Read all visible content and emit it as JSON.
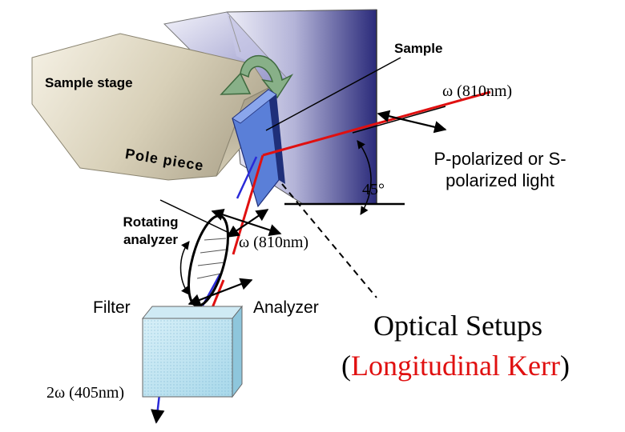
{
  "labels": {
    "sample": "Sample",
    "sample_stage": "Sample stage",
    "omega_incident": "ω (810nm)",
    "pole_piece": "Pole piece",
    "angle": "45°",
    "polarization_line1": "P-polarized or S-",
    "polarization_line2": "polarized light",
    "rotating_line1": "Rotating",
    "rotating_line2": "analyzer",
    "omega_reflected": "ω (810nm)",
    "filter": "Filter",
    "analyzer": "Analyzer",
    "second_harmonic": "2ω (405nm)"
  },
  "title": {
    "line1": "Optical Setups",
    "line2_open": "(",
    "line2_text": "Longitudinal Kerr",
    "line2_close": ")"
  },
  "colors": {
    "laser_fundamental": "#e01010",
    "second_harmonic_beam": "#2a2ad8",
    "pole_piece_face": "#4a6fd0",
    "title_accent": "#e01010"
  }
}
